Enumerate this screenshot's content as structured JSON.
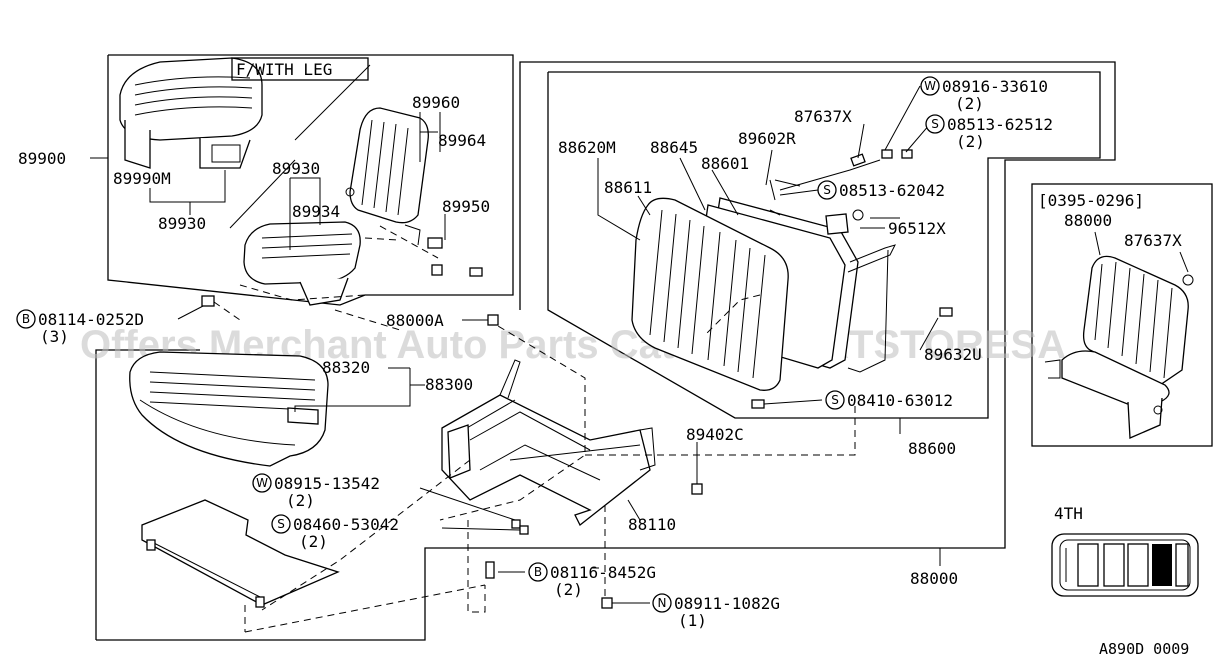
{
  "watermark": "Offers Merchant Auto Parts Catalog PARTSTORESA",
  "diagram_code": "A890D 0009",
  "insets": {
    "with_leg": "F/WITH LEG",
    "date_range": "[0395-0296]",
    "fourth_seat": "4TH"
  },
  "part_numbers": {
    "p89900": "89900",
    "p89990M": "89990M",
    "p89930a": "89930",
    "p89930b": "89930",
    "p89934": "89934",
    "p89960": "89960",
    "p89964": "89964",
    "p89950": "89950",
    "p88000A": "88000A",
    "p88320": "88320",
    "p88300": "88300",
    "p89402C": "89402C",
    "p88110": "88110",
    "p88000a": "88000",
    "p88000b": "88000",
    "p88600": "88600",
    "p88620M": "88620M",
    "p88645": "88645",
    "p88601": "88601",
    "p88611": "88611",
    "p89602R": "89602R",
    "p87637Xa": "87637X",
    "p87637Xb": "87637X",
    "p96512X": "96512X",
    "p89632U": "89632U"
  },
  "fasteners": [
    {
      "prefix": "B",
      "number": "08114-0252D",
      "qty": "(3)"
    },
    {
      "prefix": "W",
      "number": "08915-13542",
      "qty": "(2)"
    },
    {
      "prefix": "S",
      "number": "08460-53042",
      "qty": "(2)"
    },
    {
      "prefix": "B",
      "number": "08116-8452G",
      "qty": "(2)"
    },
    {
      "prefix": "N",
      "number": "08911-1082G",
      "qty": "(1)"
    },
    {
      "prefix": "W",
      "number": "08916-33610",
      "qty": "(2)"
    },
    {
      "prefix": "S",
      "number": "08513-62512",
      "qty": "(2)"
    },
    {
      "prefix": "S",
      "number": "08513-62042",
      "qty": ""
    },
    {
      "prefix": "S",
      "number": "08410-63012",
      "qty": ""
    }
  ]
}
